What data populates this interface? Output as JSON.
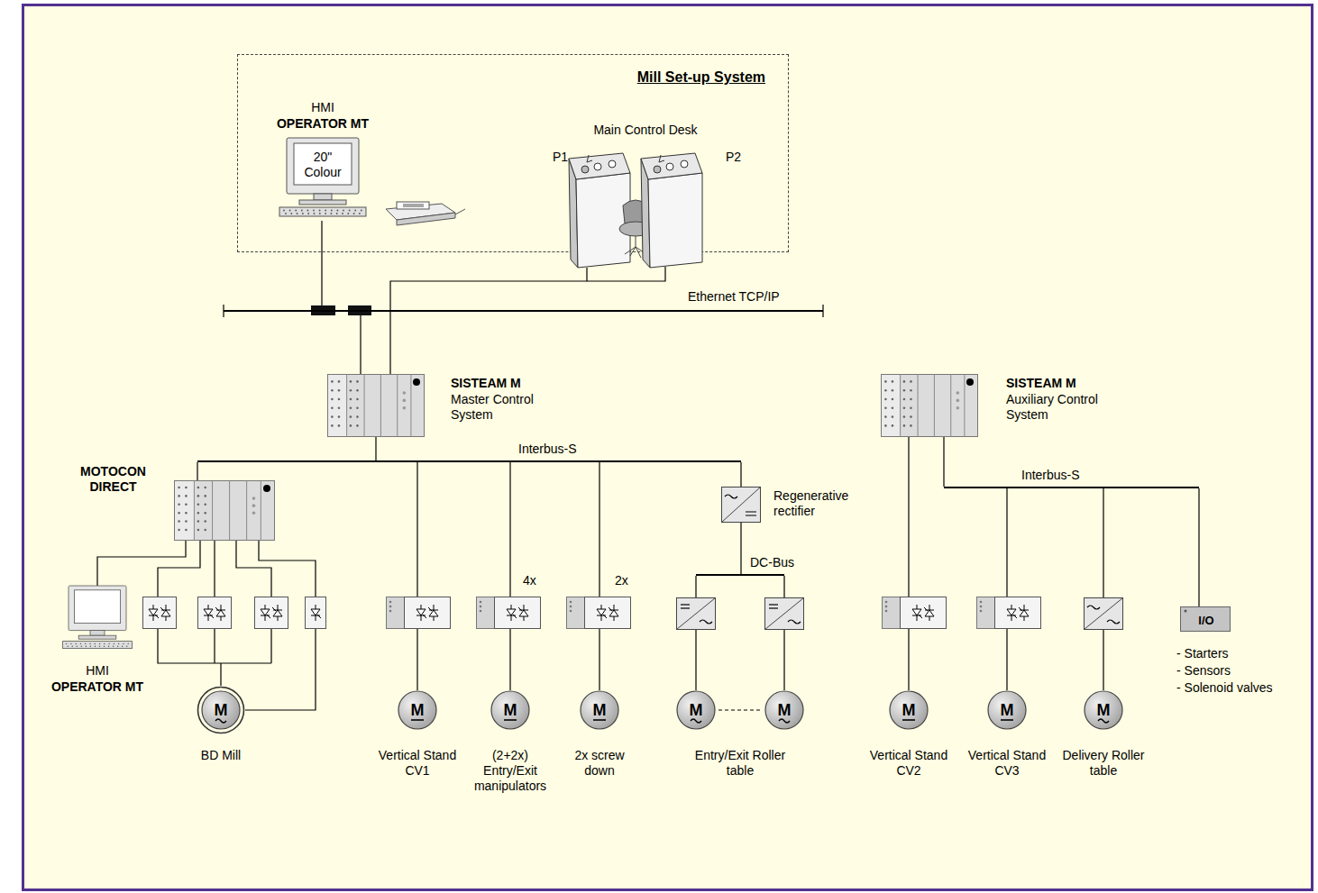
{
  "diagram": {
    "nodes": [
      {
        "text": [
          "Mill Set-up System"
        ]
      },
      {
        "text": [
          "HMI",
          "OPERATOR MT",
          "20\" Colour"
        ],
        "in": 0
      },
      {
        "text": [
          "Main Control Desk",
          "P1",
          "P2"
        ],
        "in": 0
      },
      {
        "text": [
          "Ethernet TCP/IP"
        ]
      },
      {
        "text": [
          "SISTEAM M",
          "Master Control System"
        ]
      },
      {
        "text": [
          "SISTEAM M",
          "Auxiliary Control System"
        ]
      },
      {
        "text": [
          "Interbus-S"
        ]
      },
      {
        "text": [
          "Interbus-S"
        ]
      },
      {
        "text": [
          "MOTOCON DIRECT"
        ]
      },
      {
        "text": [
          "Regenerative rectifier"
        ]
      },
      {
        "text": [
          "DC-Bus"
        ]
      },
      {
        "text": [
          "HMI",
          "OPERATOR MT"
        ]
      },
      {
        "text": [
          "M",
          "BD Mill"
        ]
      },
      {
        "text": [
          "M",
          "Vertical Stand CV1"
        ]
      },
      {
        "text": [
          "M",
          "(2+2x) Entry/Exit manipulators"
        ]
      },
      {
        "text": [
          "M",
          "2x screw down"
        ]
      },
      {
        "text": [
          "M"
        ]
      },
      {
        "text": [
          "M"
        ]
      },
      {
        "text": [
          "M",
          "Vertical Stand CV2"
        ]
      },
      {
        "text": [
          "M",
          "Vertical Stand CV3"
        ]
      },
      {
        "text": [
          "M",
          "Delivery Roller table"
        ]
      },
      {
        "text": [
          "I/O"
        ]
      }
    ],
    "edges": [
      {
        "from": 1,
        "to": 3,
        "arrow": "none"
      },
      {
        "from": 2,
        "to": 4,
        "arrow": "none"
      },
      {
        "from": 3,
        "to": 4,
        "arrow": "none"
      },
      {
        "from": 4,
        "to": 6,
        "arrow": "none"
      },
      {
        "from": 6,
        "to": 8,
        "arrow": "none"
      },
      {
        "from": 8,
        "to": 11,
        "arrow": "none"
      },
      {
        "from": 8,
        "to": 12,
        "arrow": "none"
      },
      {
        "from": 6,
        "to": 13,
        "arrow": "none"
      },
      {
        "from": 6,
        "to": 14,
        "arrow": "none"
      },
      {
        "from": 6,
        "to": 15,
        "arrow": "none"
      },
      {
        "from": 6,
        "to": 9,
        "arrow": "none"
      },
      {
        "from": 9,
        "to": 10,
        "arrow": "none"
      },
      {
        "from": 10,
        "to": 16,
        "arrow": "none"
      },
      {
        "from": 10,
        "to": 17,
        "arrow": "none"
      },
      {
        "from": 5,
        "to": 7,
        "arrow": "none"
      },
      {
        "from": 5,
        "to": 18,
        "arrow": "none"
      },
      {
        "from": 7,
        "to": 19,
        "arrow": "none"
      },
      {
        "from": 7,
        "to": 20,
        "arrow": "none"
      },
      {
        "from": 7,
        "to": 21,
        "arrow": "none"
      }
    ],
    "labels": [
      "4x",
      "2x",
      "Entry/Exit Roller table",
      "- Starters",
      "- Sensors",
      "- Solenoid valves"
    ]
  }
}
